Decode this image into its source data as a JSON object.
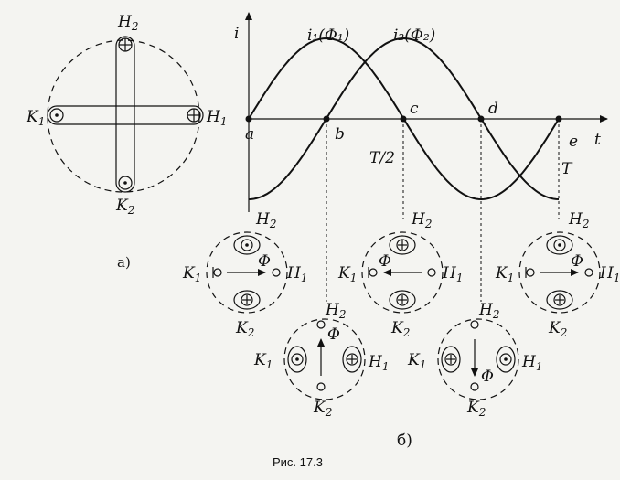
{
  "diagram_a": {
    "h2": "H",
    "h2_sub": "2",
    "k1": "K",
    "k1_sub": "1",
    "h1": "H",
    "h1_sub": "1",
    "k2": "K",
    "k2_sub": "2",
    "label": "а)"
  },
  "graph": {
    "axis_i": "i",
    "axis_t": "t",
    "curve1_label": "i₁(Φ₁)",
    "curve2_label": "i₂(Φ₂)",
    "point_a": "a",
    "point_b": "b",
    "point_c": "c",
    "point_d": "d",
    "point_e": "e",
    "half_period": "T/2",
    "period": "T"
  },
  "states": {
    "H": "H",
    "K": "K",
    "sub1": "1",
    "sub2": "2",
    "phi": "Φ",
    "panel_label": "б)"
  },
  "caption": "Рис. 17.3"
}
